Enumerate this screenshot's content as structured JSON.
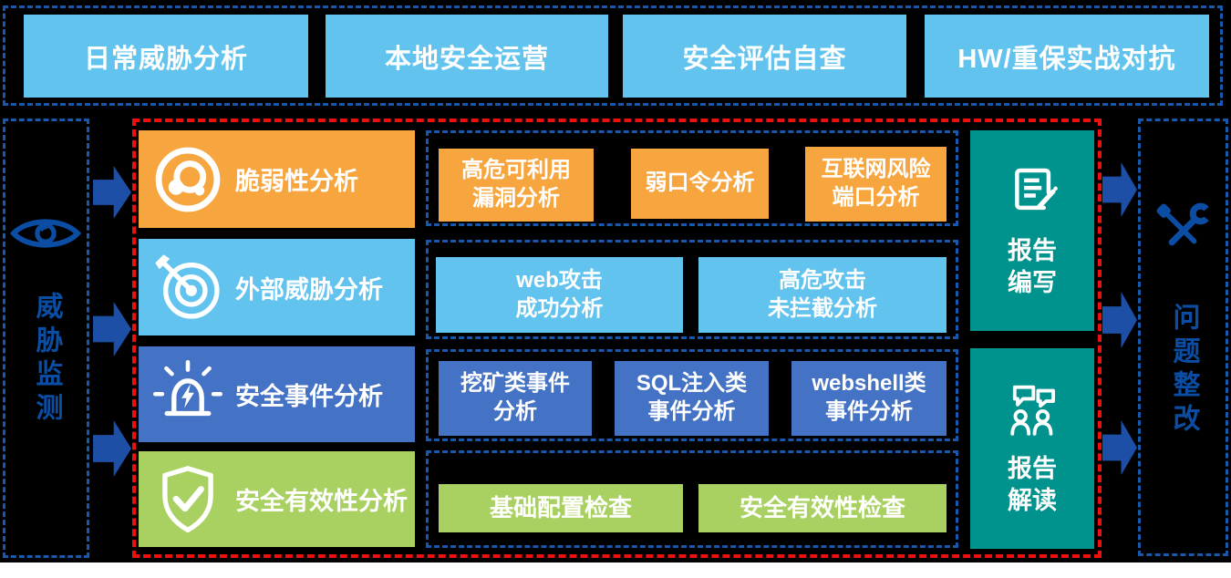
{
  "colors": {
    "canvas-bg": "#000000",
    "page-bg": "#ffffff",
    "light-blue": "#62C4EE",
    "orange": "#F7A63F",
    "medium-blue": "#4472C4",
    "green": "#A9D161",
    "teal": "#00928C",
    "arrow-blue": "#1D4FA6",
    "icon-blue": "#0B4DA2",
    "dash-blue": "#1659AD",
    "dash-red": "#EE0F0F"
  },
  "top_tabs": [
    {
      "label": "日常威胁分析"
    },
    {
      "label": "本地安全运营"
    },
    {
      "label": "安全评估自查"
    },
    {
      "label": "HW/重保实战对抗"
    }
  ],
  "left_panel": {
    "label": "威胁监测",
    "icon": "eye-icon"
  },
  "right_panel": {
    "label": "问题整改",
    "icon": "tools-icon"
  },
  "rows": [
    {
      "category": "脆弱性分析",
      "icon": "bug-icon",
      "color": "#F7A63F",
      "items": [
        {
          "label": "高危可利用\n漏洞分析"
        },
        {
          "label": "弱口令分析"
        },
        {
          "label": "互联网风险\n端口分析"
        }
      ]
    },
    {
      "category": "外部威胁分析",
      "icon": "target-icon",
      "color": "#62C4EE",
      "items": [
        {
          "label": "web攻击\n成功分析"
        },
        {
          "label": "高危攻击\n未拦截分析"
        }
      ]
    },
    {
      "category": "安全事件分析",
      "icon": "alarm-icon",
      "color": "#4472C4",
      "items": [
        {
          "label": "挖矿类事件\n分析"
        },
        {
          "label": "SQL注入类\n事件分析"
        },
        {
          "label": "webshell类\n事件分析"
        }
      ]
    },
    {
      "category": "安全有效性分析",
      "icon": "shield-check-icon",
      "color": "#A9D161",
      "items": [
        {
          "label": "基础配置检查"
        },
        {
          "label": "安全有效性检查"
        }
      ]
    }
  ],
  "report_steps": [
    {
      "label": "报告\n编写",
      "icon": "document-pen-icon"
    },
    {
      "label": "报告\n解读",
      "icon": "people-chat-icon"
    }
  ]
}
